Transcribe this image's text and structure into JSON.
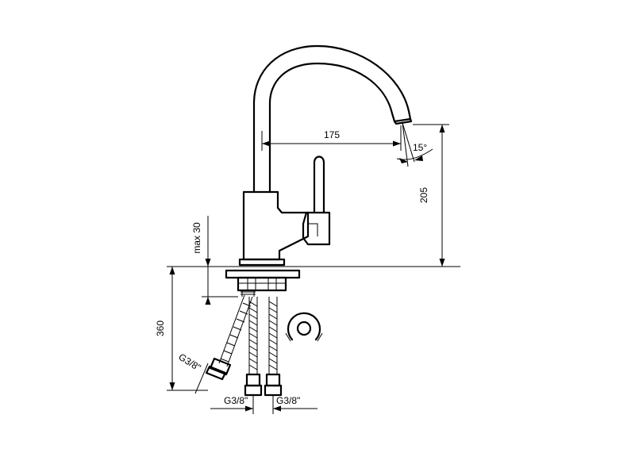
{
  "dimensions": {
    "reach": "175",
    "angle": "15°",
    "spout_height": "205",
    "max_thickness": "max 30",
    "hose_length": "360",
    "hose_thread_side": "G3/8\"",
    "hose_thread_left": "G3/8\"",
    "hose_thread_right": "G3/8\""
  },
  "colors": {
    "line": "#000000",
    "background": "#ffffff"
  }
}
